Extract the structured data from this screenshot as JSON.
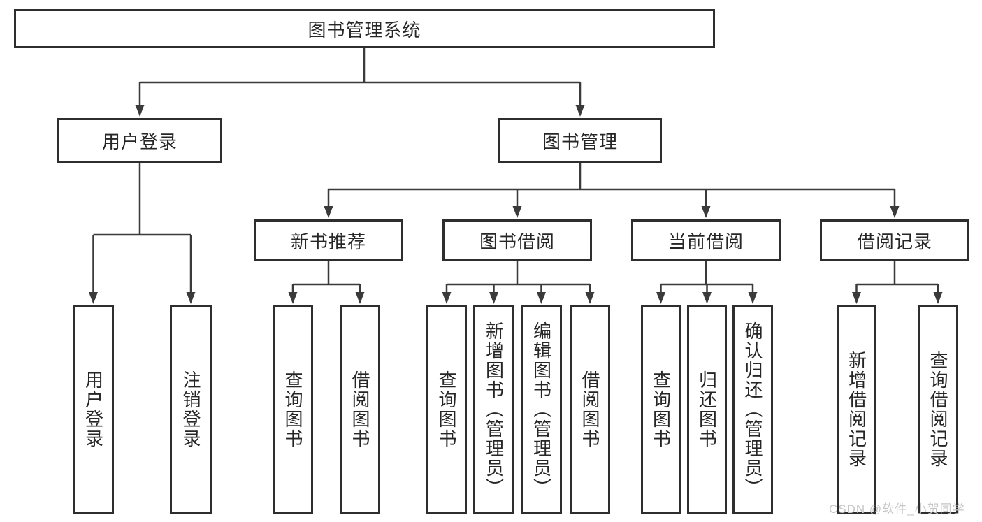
{
  "diagram": {
    "root": {
      "label": "图书管理系统"
    },
    "branches": [
      {
        "label": "用户登录",
        "children": [
          {
            "label": "用户登录"
          },
          {
            "label": "注销登录"
          }
        ]
      },
      {
        "label": "图书管理",
        "children": [
          {
            "label": "新书推荐",
            "children": [
              {
                "label": "查询图书"
              },
              {
                "label": "借阅图书"
              }
            ]
          },
          {
            "label": "图书借阅",
            "children": [
              {
                "label": "查询图书"
              },
              {
                "label": "新增图书（管理员）"
              },
              {
                "label": "编辑图书（管理员）"
              },
              {
                "label": "借阅图书"
              }
            ]
          },
          {
            "label": "当前借阅",
            "children": [
              {
                "label": "查询图书"
              },
              {
                "label": "归还图书"
              },
              {
                "label": "确认归还（管理员）"
              }
            ]
          },
          {
            "label": "借阅记录",
            "children": [
              {
                "label": "新增借阅记录"
              },
              {
                "label": "查询借阅记录"
              }
            ]
          }
        ]
      }
    ]
  },
  "watermark": {
    "text": "CSDN @软件_小贺同学"
  },
  "colors": {
    "line": "#3a3a3a",
    "box_border": "#2e2e2e",
    "box_bg": "#ffffff",
    "canvas_bg": "#ffffff",
    "text": "#262626",
    "watermark": "#c6c6c6"
  }
}
